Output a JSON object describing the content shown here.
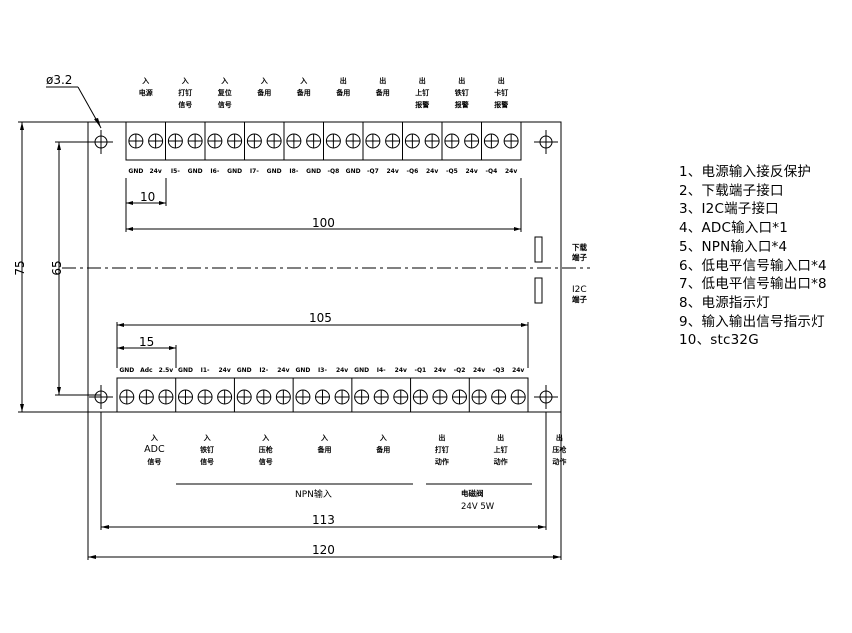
{
  "hole_label": "ø3.2",
  "dimensions": {
    "d10": "10",
    "d100": "100",
    "d105": "105",
    "d15": "15",
    "d113": "113",
    "d120": "120",
    "d75": "75",
    "d65": "65"
  },
  "top_headers": [
    [
      "入",
      "电源"
    ],
    [
      "入",
      "打钉",
      "信号"
    ],
    [
      "入",
      "复位",
      "信号"
    ],
    [
      "入",
      "备用"
    ],
    [
      "入",
      "备用"
    ],
    [
      "出",
      "备用"
    ],
    [
      "出",
      "备用"
    ],
    [
      "出",
      "上钉",
      "报警"
    ],
    [
      "出",
      "铁钉",
      "报警"
    ],
    [
      "出",
      "卡钉",
      "报警"
    ]
  ],
  "top_pins": [
    "GND",
    "24v",
    "I5-",
    "GND",
    "I6-",
    "GND",
    "I7-",
    "GND",
    "I8-",
    "GND",
    "-Q8",
    "GND",
    "-Q7",
    "24v",
    "-Q6",
    "24v",
    "-Q5",
    "24v",
    "-Q4",
    "24v"
  ],
  "bottom_pins": [
    "GND",
    "Adc",
    "2.5v",
    "GND",
    "I1-",
    "24v",
    "GND",
    "I2-",
    "24v",
    "GND",
    "I3-",
    "24v",
    "GND",
    "I4-",
    "24v",
    "-Q1",
    "24v",
    "-Q2",
    "24v",
    "-Q3",
    "24v"
  ],
  "bottom_labels": [
    [
      "入",
      "ADC",
      "信号"
    ],
    [
      "入",
      "铁钉",
      "信号"
    ],
    [
      "入",
      "压枪",
      "信号"
    ],
    [
      "入",
      "备用"
    ],
    [
      "入",
      "备用"
    ],
    [
      "出",
      "打钉",
      "动作"
    ],
    [
      "出",
      "上钉",
      "动作"
    ],
    [
      "出",
      "压枪",
      "动作"
    ]
  ],
  "npn_label": "NPN输入",
  "solenoid_label": "电磁阀",
  "solenoid_spec": "24V 5W",
  "download_port_label": [
    "下载",
    "端子"
  ],
  "i2c_port_label": [
    "I2C",
    "端子"
  ],
  "notes": [
    "1、电源输入接反保护",
    "2、下载端子接口",
    "3、I2C端子接口",
    "4、ADC输入口*1",
    "5、NPN输入口*4",
    "6、低电平信号输入口*4",
    "7、低电平信号输出口*8",
    "8、电源指示灯",
    "9、输入输出信号指示灯",
    "10、stc32G"
  ]
}
